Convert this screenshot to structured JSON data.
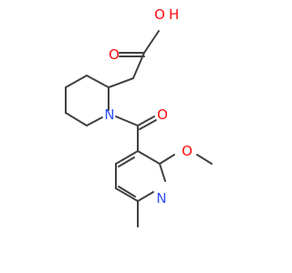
{
  "molecule": {
    "atoms": {
      "o_hydroxyl": "O",
      "h_hydroxyl": "H",
      "o_acid_carbonyl": "O",
      "n_piperidine": "N",
      "o_amide": "O",
      "o_methoxy": "O",
      "n_pyridine": "N"
    }
  },
  "colors": {
    "oxygen": "#ff0d0d",
    "nitrogen": "#3050f8",
    "bond": "#404040",
    "background": "#ffffff"
  }
}
